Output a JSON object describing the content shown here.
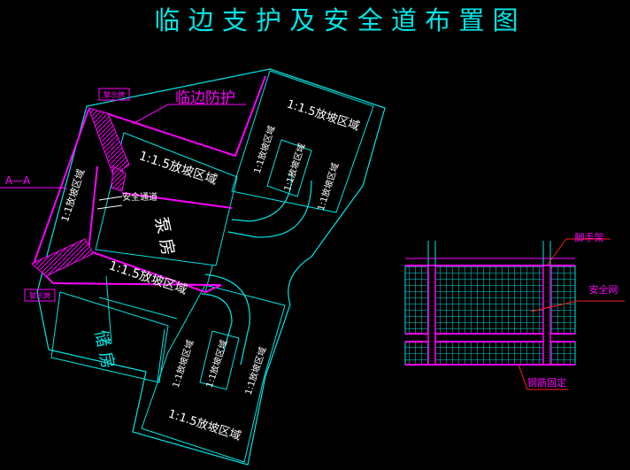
{
  "title": "临 边 支 护 及 安 全 道 布 置 图",
  "labels": {
    "edge_protection": "临边防护",
    "warning_sign_top": "警示牌",
    "warning_sign_bottom": "警示牌",
    "section_mark": "A—A",
    "safety_passage": "安全通道",
    "pump_house": "泵  房",
    "tank_house": "储  房",
    "slope_15": "1:1.5放坡区域",
    "slope_1": "1:1放坡区域",
    "slope_11": "1:1放坡区域",
    "scaffold": "脚手架",
    "safety_net": "安全网",
    "rebar_fix": "钢筋固定"
  },
  "colors": {
    "cyan": "#00e5e5",
    "magenta": "#ff00ff",
    "red": "#ff2020",
    "white": "#ffffff",
    "background": "#000000"
  }
}
